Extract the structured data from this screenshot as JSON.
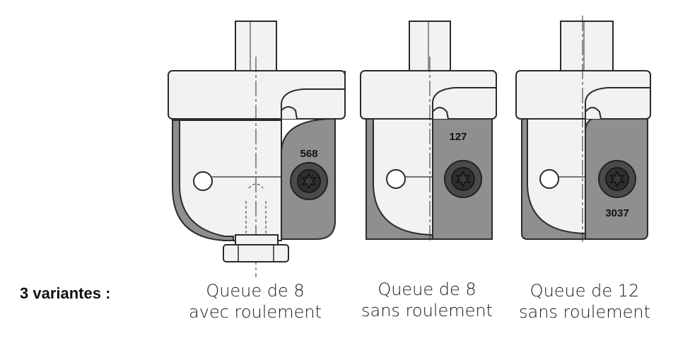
{
  "heading": "3 variantes :",
  "variants": [
    {
      "line1": "Queue de 8",
      "line2": "avec roulement",
      "code": "568"
    },
    {
      "line1": "Queue de 8",
      "line2": "sans roulement",
      "code": "127"
    },
    {
      "line1": "Queue de 12",
      "line2": "sans roulement",
      "code": "3037"
    }
  ],
  "colors": {
    "insert": "#8f8e90",
    "body": "#f2f2f2",
    "outline": "#2b2b2b"
  }
}
